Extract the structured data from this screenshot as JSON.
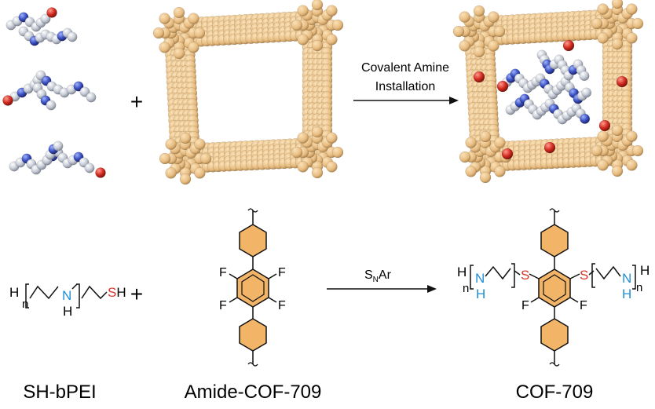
{
  "top_row": {
    "plus": "+",
    "arrow_label_line1": "Covalent Amine",
    "arrow_label_line2": "Installation"
  },
  "bottom_row": {
    "plus": "+",
    "reaction_label_main": "S",
    "reaction_label_sub": "N",
    "reaction_label_tail": "Ar"
  },
  "pei": {
    "h_left": "H",
    "n_sub": "n",
    "n_atom": "N",
    "h_below": "H",
    "thiol": "SH",
    "name": "SH-bPEI"
  },
  "amide": {
    "f1": "F",
    "f2": "F",
    "f3": "F",
    "f4": "F",
    "name": "Amide-COF-709"
  },
  "product": {
    "h_left": "H",
    "n_left": "n",
    "n_atom_left": "N",
    "h_below_left": "H",
    "s_left": "S",
    "s_right": "S",
    "f_left": "F",
    "f_right": "F",
    "n_atom_right": "N",
    "h_below_right": "H",
    "n_right": "n",
    "h_right": "H",
    "name": "COF-709"
  },
  "colors": {
    "framework": "#e9c188",
    "framework_edge": "#b88f55",
    "carbon": "#c9cdd6",
    "nitrogen": "#3a4fbf",
    "oxygen": "#d22a1f",
    "nitrogen_text": "#1f8fd6",
    "sulfur_text": "#d8342a",
    "ring_fill": "#f2b567"
  }
}
